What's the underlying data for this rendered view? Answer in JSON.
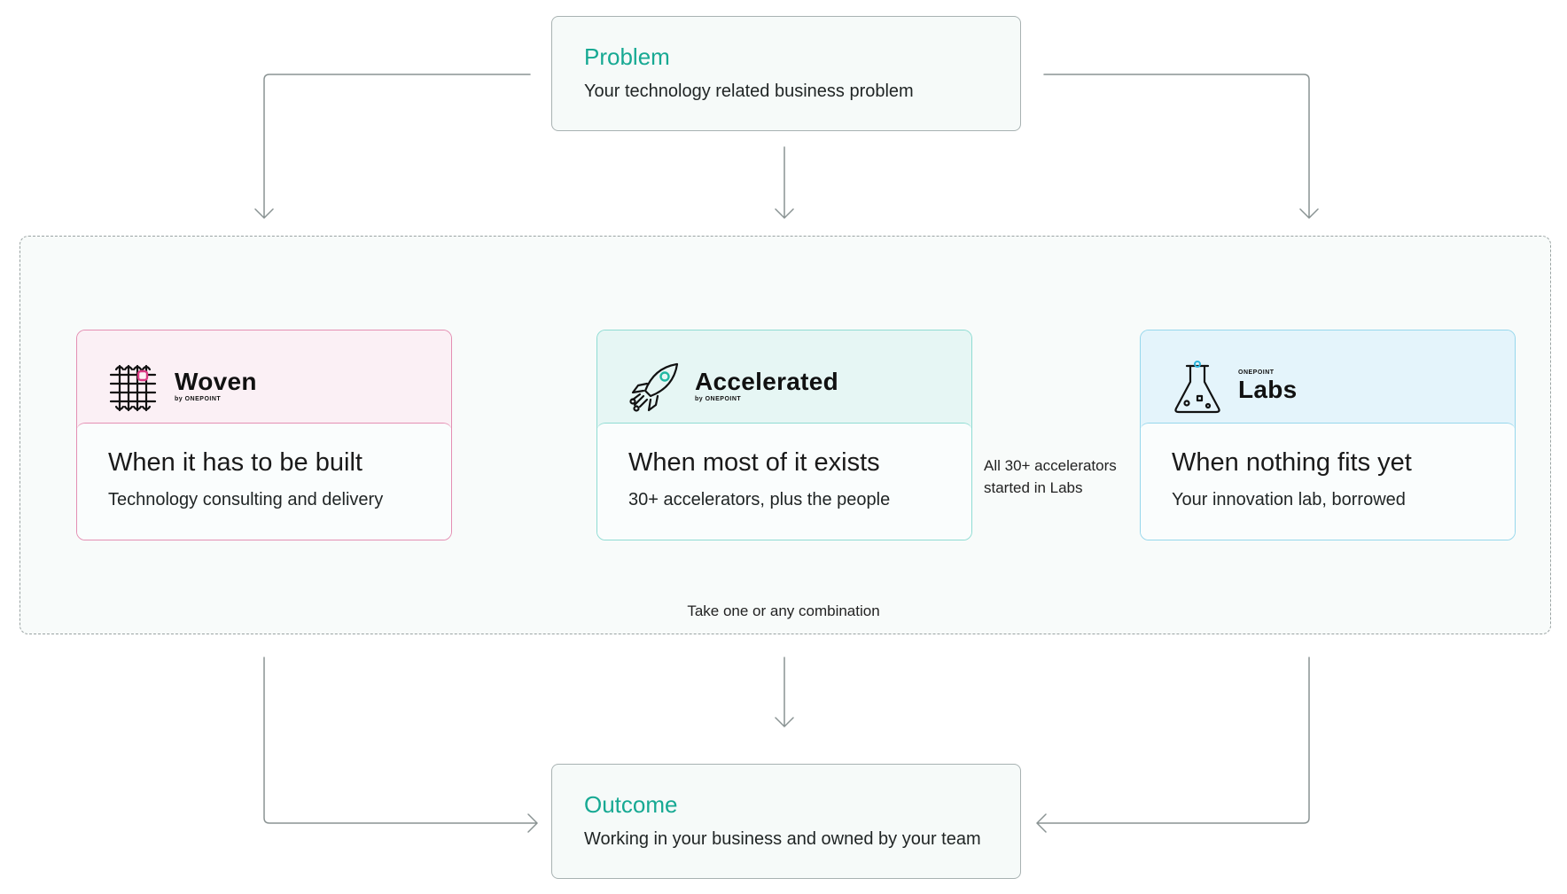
{
  "problem": {
    "title": "Problem",
    "subtitle": "Your technology related business problem"
  },
  "outcome": {
    "title": "Outcome",
    "subtitle": "Working in your business and owned by your team"
  },
  "cards": {
    "woven": {
      "brand": "Woven",
      "brand_by": "by ONEPOINT",
      "title": "When it has to be built",
      "subtitle": "Technology consulting and delivery",
      "icon": "woven-knot-icon",
      "color": "#e48fb3"
    },
    "accelerated": {
      "brand": "Accelerated",
      "brand_by": "by ONEPOINT",
      "title": "When most of it exists",
      "subtitle": "30+ accelerators, plus the people",
      "icon": "rocket-icon",
      "color": "#8fdcd3"
    },
    "labs": {
      "brand": "Labs",
      "brand_top": "ONEPOINT",
      "title": "When nothing fits yet",
      "subtitle": "Your innovation lab, borrowed",
      "icon": "flask-icon",
      "color": "#96d7ec"
    }
  },
  "notes": {
    "labs_to_accelerated_line1": "All 30+ accelerators",
    "labs_to_accelerated_line2": "started in Labs",
    "combination": "Take one or any combination"
  },
  "colors": {
    "accent_teal": "#17a993",
    "line": "#8a9393"
  }
}
